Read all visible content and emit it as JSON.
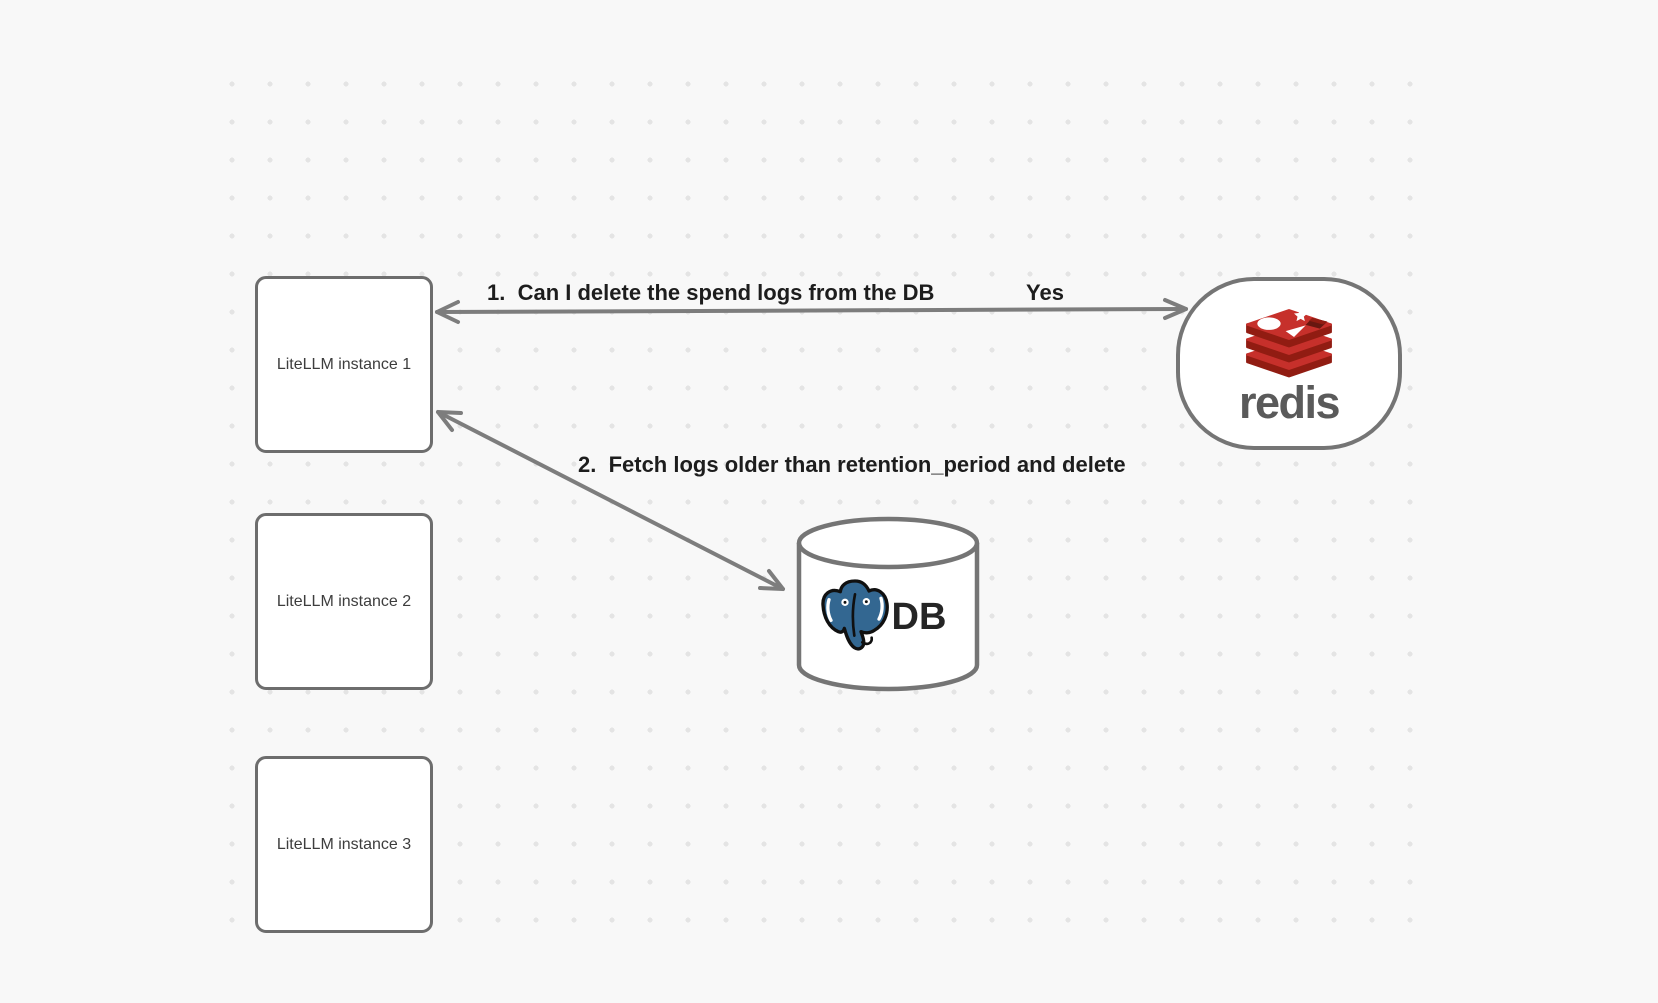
{
  "diagram": {
    "nodes": {
      "instances": [
        {
          "label": "LiteLLM instance 1"
        },
        {
          "label": "LiteLLM instance 2"
        },
        {
          "label": "LiteLLM instance 3"
        }
      ],
      "redis": {
        "wordmark": "redis",
        "icon": "redis-stack-icon"
      },
      "db": {
        "label": "DB",
        "icon": "postgresql-elephant-icon"
      }
    },
    "arrows": [
      {
        "label": "1.  Can I delete the spend logs from the DB",
        "response": "Yes",
        "from": "LiteLLM instance 1",
        "to": "redis",
        "style": "double-headed"
      },
      {
        "label": "2.  Fetch logs older than retention_period and delete",
        "from": "LiteLLM instance 1",
        "to": "DB",
        "style": "double-headed"
      }
    ],
    "colors": {
      "background": "#f8f8f8",
      "grid_dot": "#e4e4e4",
      "shape_border": "#6d6d6d",
      "arrow": "#7d7d7d",
      "label_text": "#1d1d1d",
      "node_text": "#3d3d3d",
      "redis_red": "#c6302b",
      "redis_dark_red": "#911c12",
      "redis_wordmark_gray": "#5a5a5a",
      "postgres_blue": "#336791"
    }
  }
}
